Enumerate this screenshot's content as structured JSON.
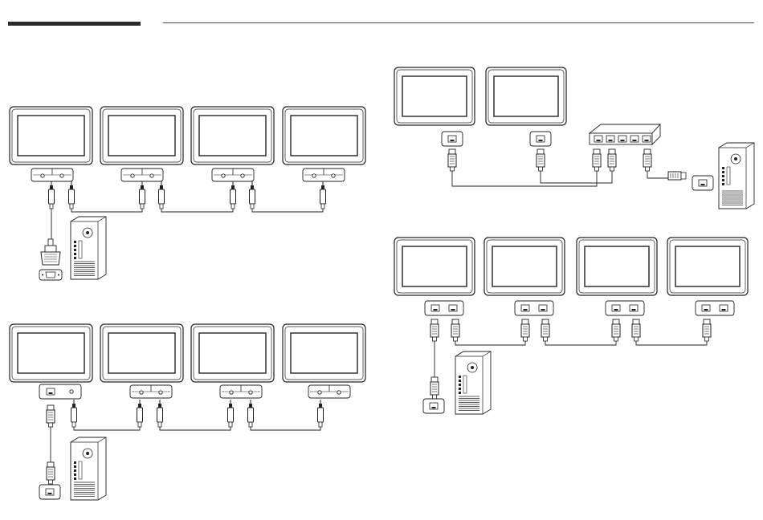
{
  "page": {
    "theme_color": "#222222",
    "background": "#ffffff"
  },
  "diagrams": [
    {
      "id": "rs232c-daisy-chain",
      "monitor_count": 4,
      "first_port": "stereo-jack",
      "chain_cable": "stereo-cable",
      "source_connector": "d-sub-9",
      "source_device": "pc-tower"
    },
    {
      "id": "rj45-to-stereo-daisy-chain",
      "monitor_count": 4,
      "first_port": "rj45",
      "chain_cable": "stereo-cable",
      "source_connector": "rj45",
      "source_device": "pc-tower"
    },
    {
      "id": "lan-hub-connection",
      "monitor_count": 2,
      "port": "rj45",
      "hub_ports": 5,
      "source_connector": "rj45",
      "source_device": "pc-tower"
    },
    {
      "id": "lan-daisy-chain",
      "monitor_count": 4,
      "port": "rj45",
      "chain_cable": "lan-cable",
      "source_connector": "rj45",
      "source_device": "pc-tower"
    }
  ]
}
